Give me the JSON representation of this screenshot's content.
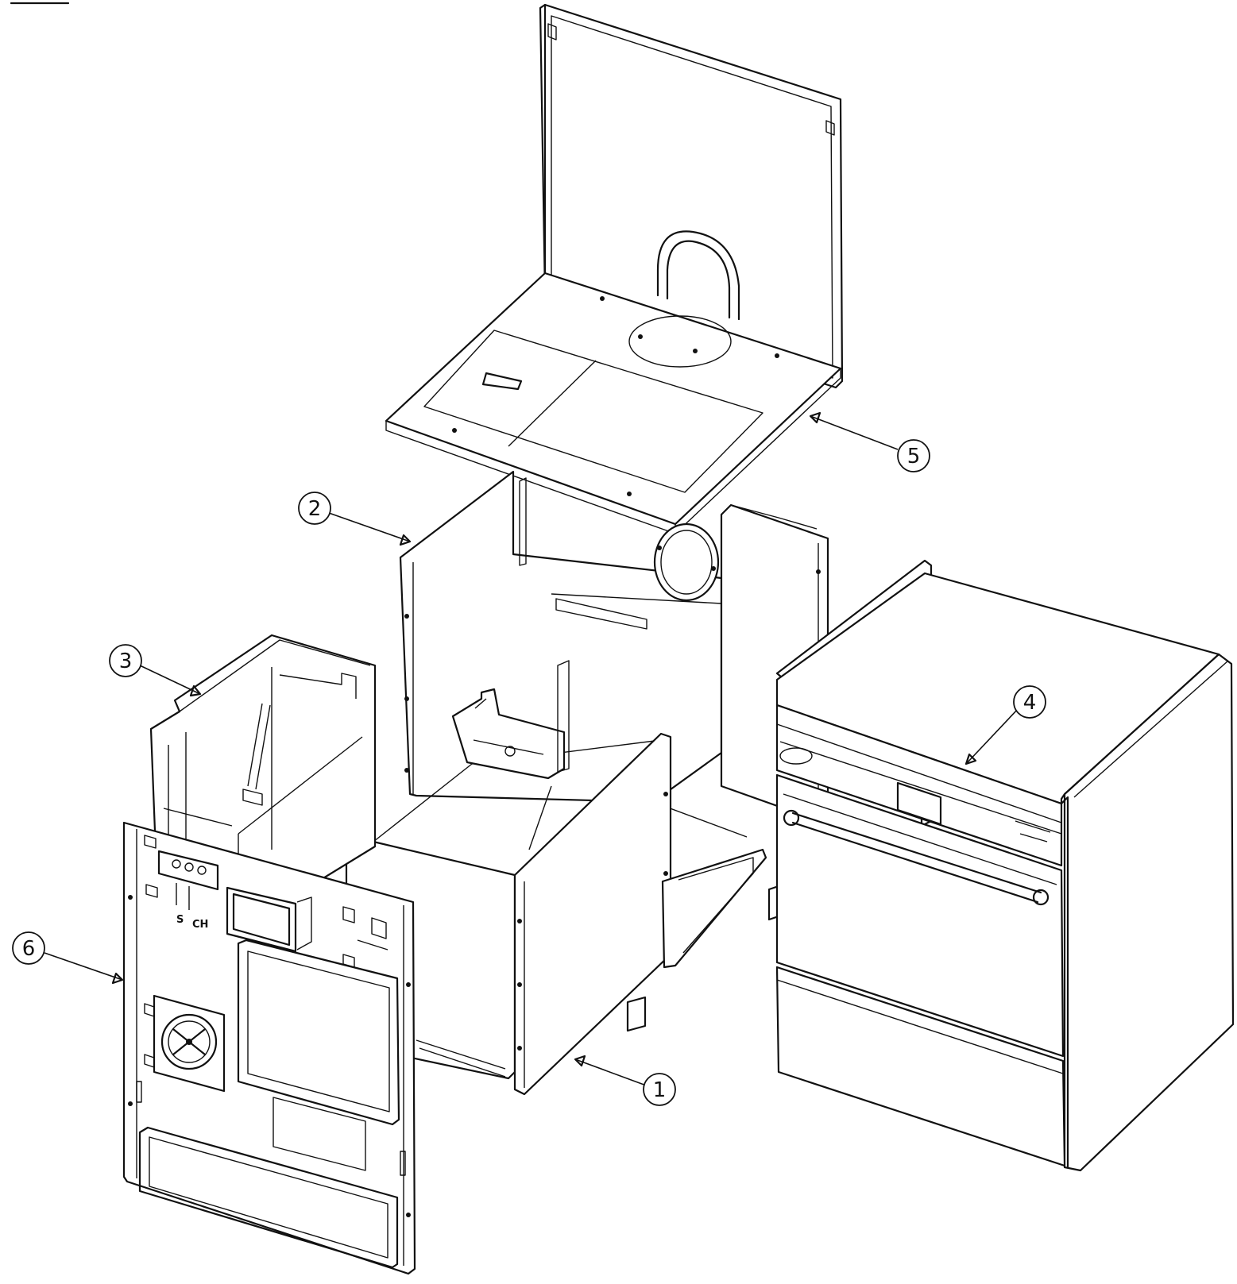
{
  "callouts": [
    {
      "id": "1",
      "label": "1",
      "part": "base-frame"
    },
    {
      "id": "2",
      "label": "2",
      "part": "cabinet-shell"
    },
    {
      "id": "3",
      "label": "3",
      "part": "side-tank"
    },
    {
      "id": "4",
      "label": "4",
      "part": "front-door-assembly"
    },
    {
      "id": "5",
      "label": "5",
      "part": "top-and-back-panel"
    },
    {
      "id": "6",
      "label": "6",
      "part": "front-control-panel"
    }
  ],
  "panel_marks": {
    "left": "S",
    "right": "CH"
  },
  "colors": {
    "line": "#111111",
    "background": "#ffffff"
  }
}
